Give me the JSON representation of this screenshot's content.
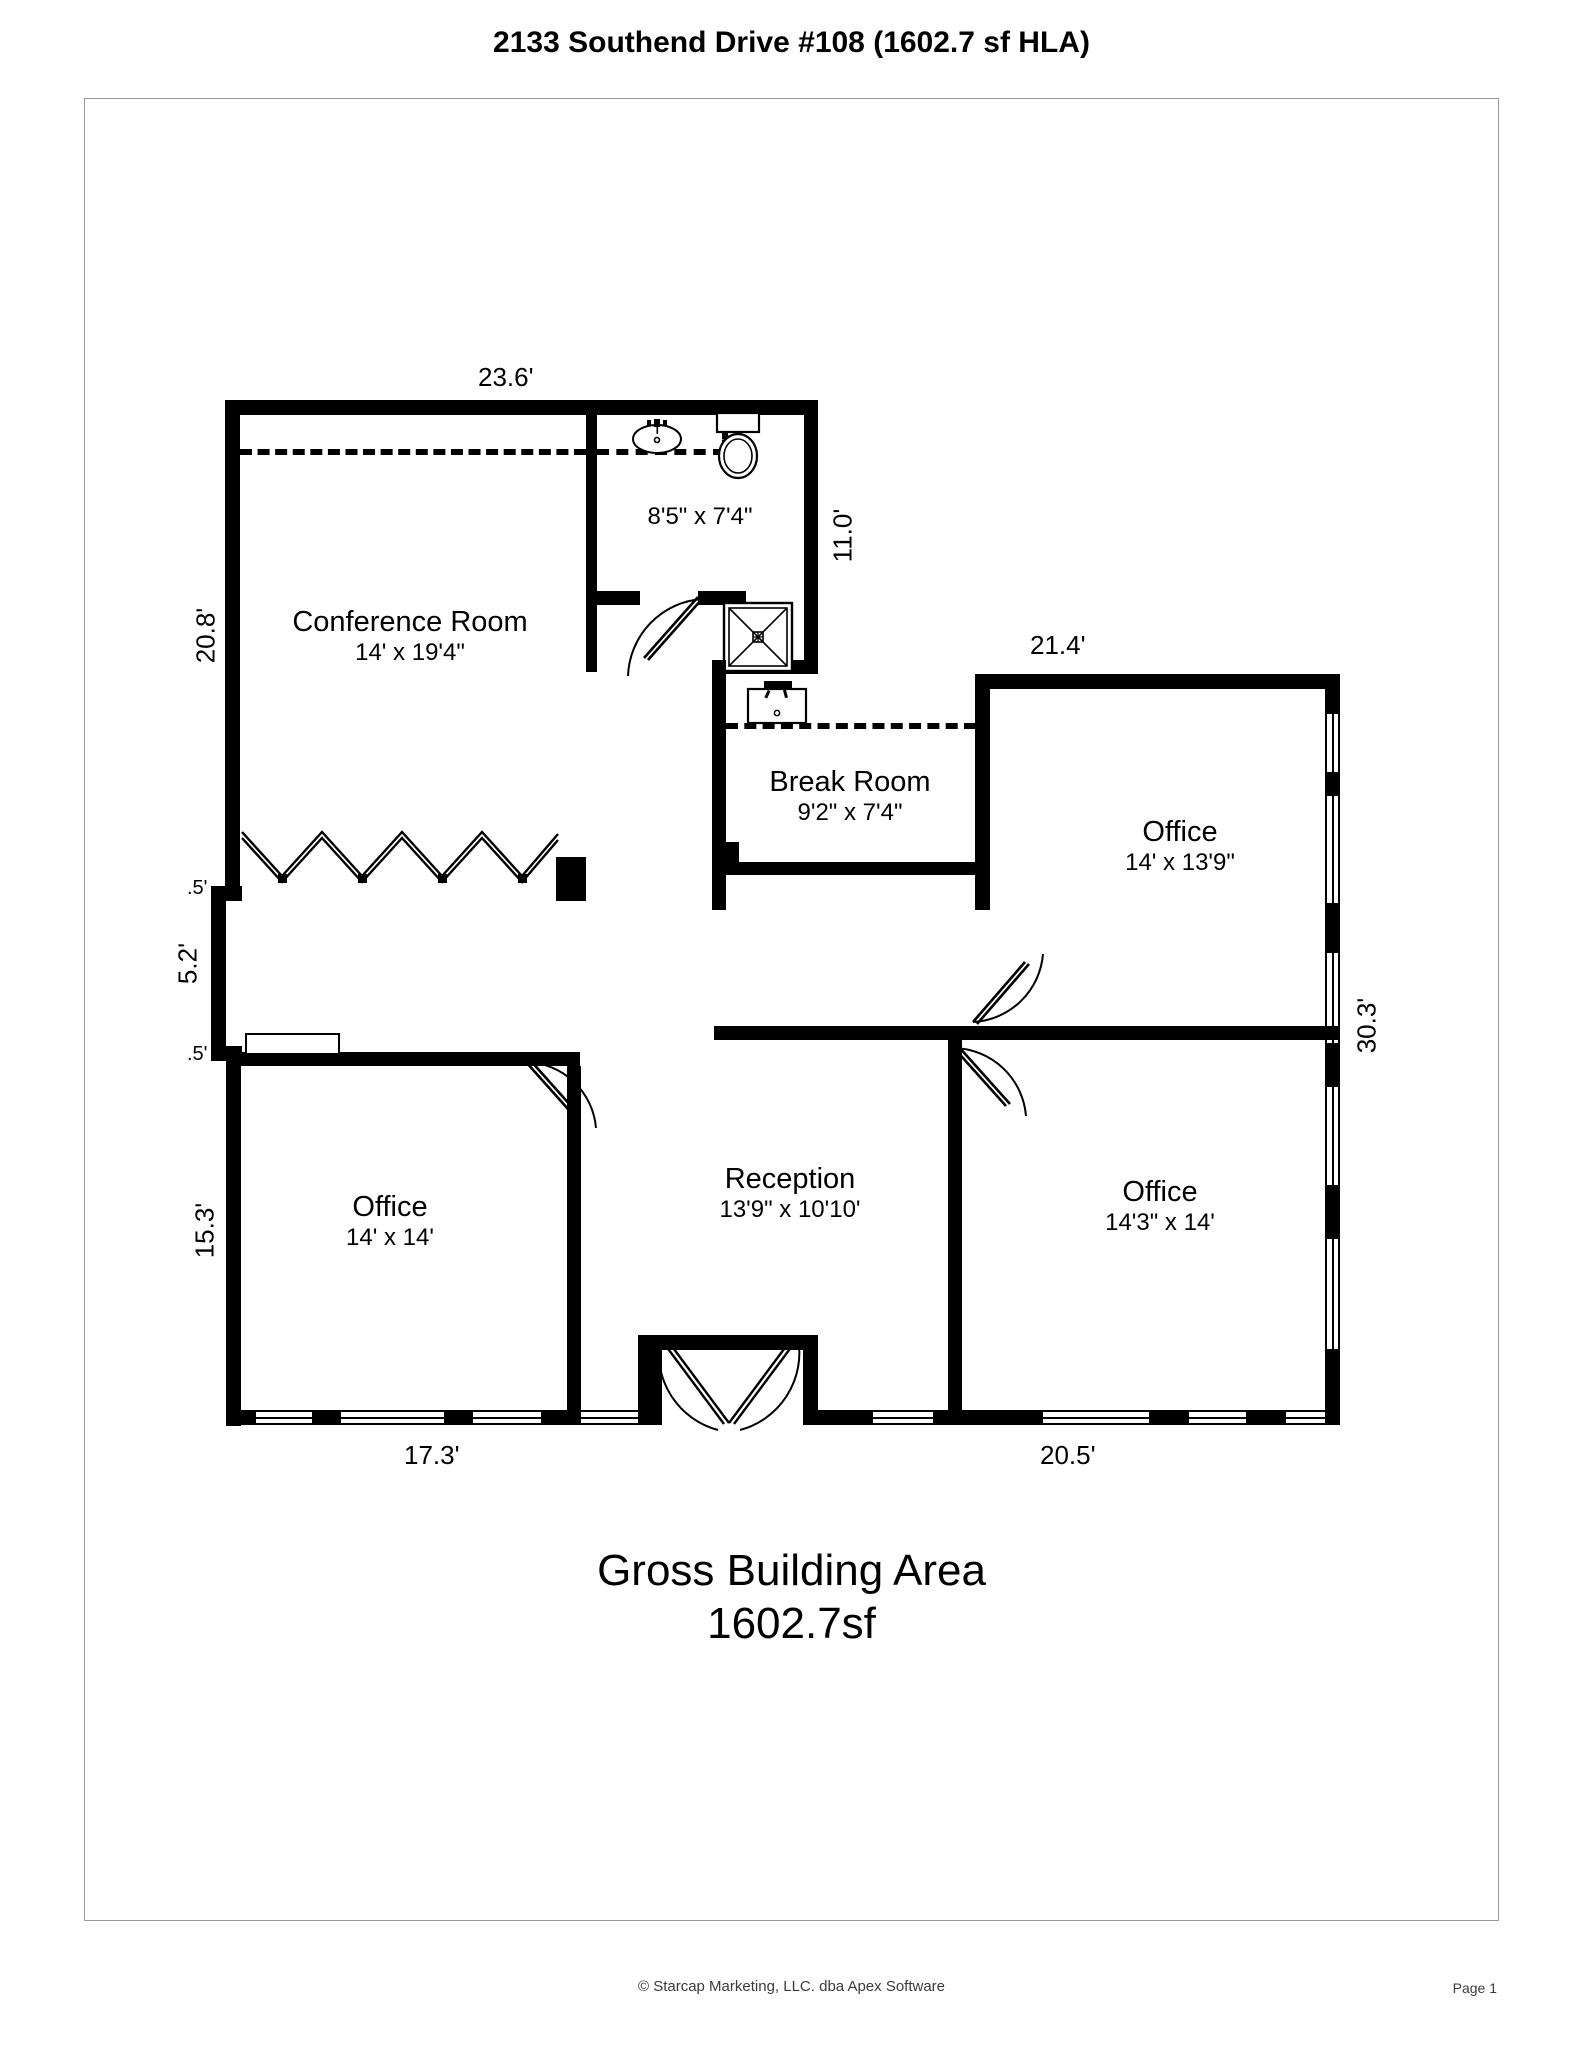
{
  "document": {
    "title": "2133 Southend Drive #108 (1602.7 sf HLA)",
    "footer_copyright": "© Starcap Marketing, LLC. dba Apex Software",
    "footer_page": "Page 1"
  },
  "summary": {
    "gross_area_label": "Gross Building Area",
    "gross_area_value": "1602.7sf"
  },
  "rooms": [
    {
      "name": "Conference Room",
      "dims": "14' x 19'4\""
    },
    {
      "name": "",
      "dims": "8'5\" x 7'4\""
    },
    {
      "name": "Break Room",
      "dims": "9'2\" x 7'4\""
    },
    {
      "name": "Office",
      "dims": "14' x 13'9\""
    },
    {
      "name": "Office",
      "dims": "14' x 14'"
    },
    {
      "name": "Reception",
      "dims": "13'9\" x 10'10'"
    },
    {
      "name": "Office",
      "dims": "14'3\" x 14'"
    }
  ],
  "dimensions": {
    "top_left": "23.6'",
    "top_right": "21.4'",
    "bath_right": "11.0'",
    "left_upper": "20.8'",
    "left_jog_a": ".5'",
    "left_mid": "5.2'",
    "left_jog_b": ".5'",
    "left_lower": "15.3'",
    "right_full": "30.3'",
    "bottom_left": "17.3'",
    "bottom_right": "20.5'"
  },
  "colors": {
    "wall": "#000000",
    "paper": "#ffffff",
    "frame": "#9a9a9a",
    "footer_text": "#3b3b3b"
  }
}
